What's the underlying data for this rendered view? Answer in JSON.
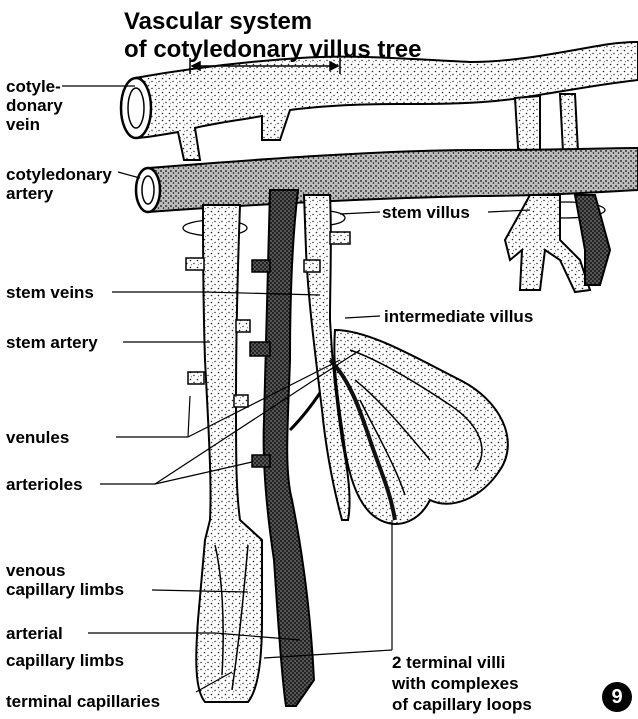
{
  "figure": {
    "title_line1": "Vascular system",
    "title_line2": "of cotyledonary villus tree",
    "number": "9"
  },
  "labels": {
    "cotyledonary_vein": [
      "cotyle-",
      "donary",
      "vein"
    ],
    "cotyledonary_artery": [
      "cotyledonary",
      "artery"
    ],
    "stem_villus": "stem villus",
    "stem_veins": "stem veins",
    "stem_artery": "stem artery",
    "intermediate_villus": "intermediate villus",
    "venules": "venules",
    "arterioles": "arterioles",
    "venous_capillary_limbs": [
      "venous",
      "capillary limbs"
    ],
    "arterial_capillary_limbs": [
      "arterial",
      "capillary limbs"
    ],
    "terminal_capillaries": "terminal capillaries",
    "terminal_villi": [
      "2 terminal villi",
      "with complexes",
      "of capillary loops"
    ]
  },
  "colors": {
    "vessel_fill": "#cfcfcf",
    "artery_fill": "#3c3c3c",
    "outline": "#000000"
  }
}
